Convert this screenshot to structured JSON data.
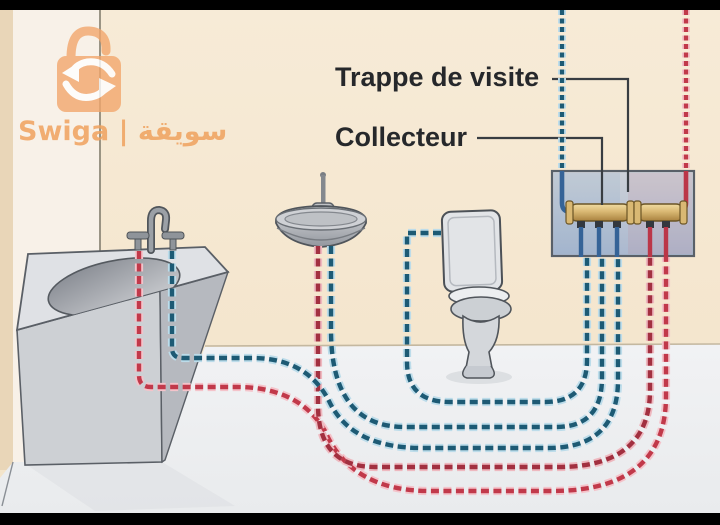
{
  "labels": {
    "trappe_de_visite": "Trappe de visite",
    "collecteur": "Collecteur"
  },
  "watermark": {
    "text": "Swiga | سويقة"
  },
  "diagram": {
    "type": "plumbing-water-distribution",
    "fixtures": [
      "bathtub",
      "washbasin",
      "toilet"
    ],
    "manifold_panel": "access hatch with two manifolds",
    "cold_manifold_outlets": 3,
    "hot_manifold_outlets": 2,
    "pipe_style": "dashed"
  },
  "colors": {
    "cold_pipe": "#1d5a74",
    "cold_halo": "#bcdcea",
    "hot_pipe": "#c1394a",
    "hot_pipe_dark": "#a23040",
    "hot_halo": "#f4c3ca",
    "brass_manifold": "#d9b873",
    "panel_fill": "#b9c4d4",
    "wall": "#f5e8d2",
    "floor": "#eef0f2",
    "watermark_orange": "#f3a76d",
    "label_text": "#26282b"
  }
}
